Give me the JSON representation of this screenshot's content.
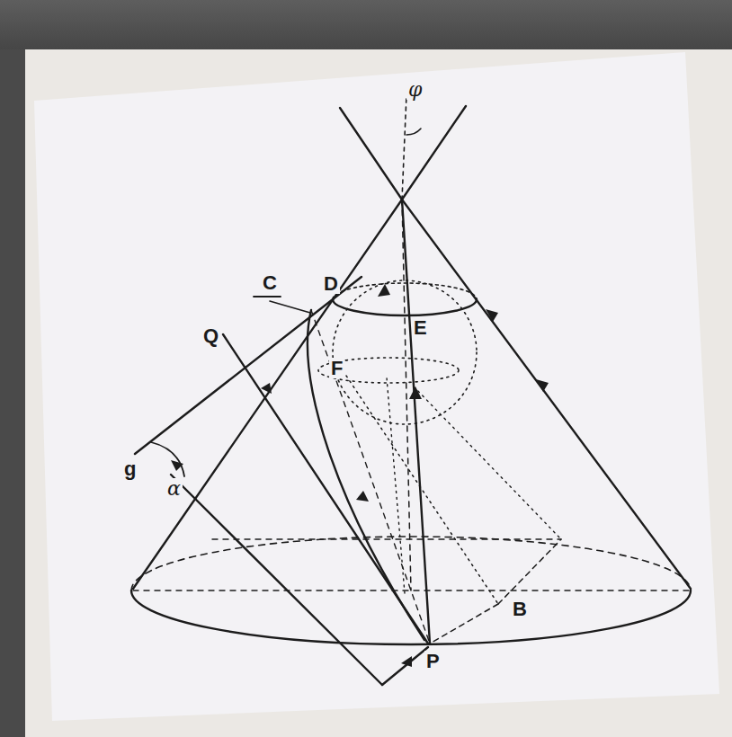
{
  "diagram": {
    "labels": [
      "φ",
      "C",
      "D",
      "E",
      "Q",
      "F",
      "g",
      "α",
      "B",
      "P"
    ]
  }
}
